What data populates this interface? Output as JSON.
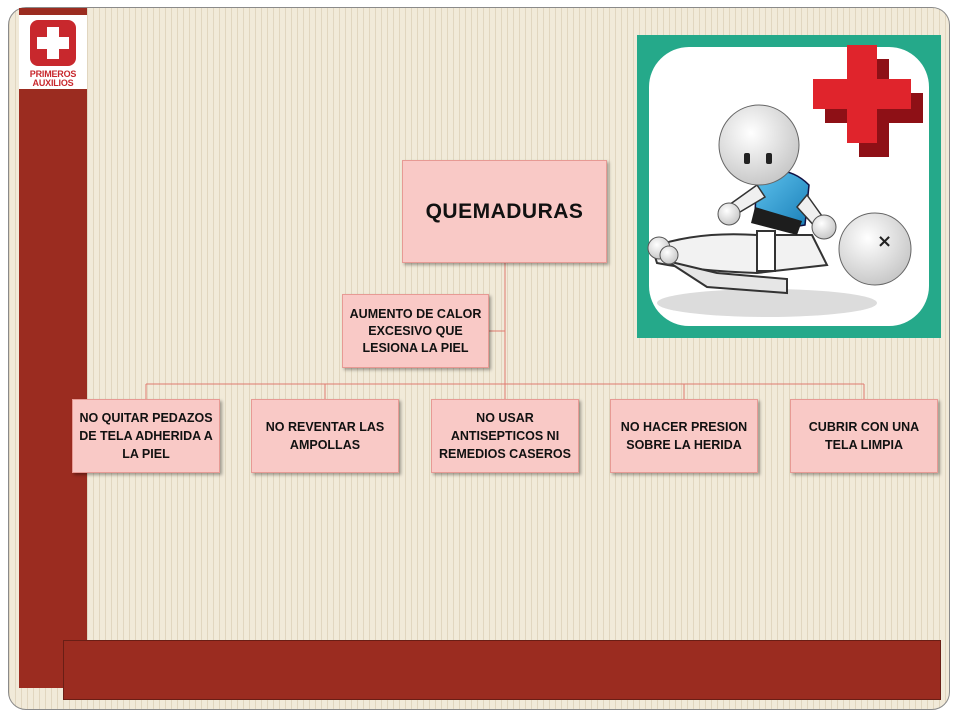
{
  "logo": {
    "line1": "PRIMEROS",
    "line2": "AUXILIOS"
  },
  "diagram": {
    "root": "QUEMADURAS",
    "assistant": "AUMENTO DE CALOR EXCESIVO QUE LESIONA LA PIEL",
    "children": [
      "NO QUITAR PEDAZOS DE TELA ADHERIDA A LA PIEL",
      "NO REVENTAR LAS AMPOLLAS",
      "NO USAR ANTISEPTICOS NI REMEDIOS CASEROS",
      "NO HACER PRESION SOBRE LA HERIDA",
      "CUBRIR CON UNA TELA LIMPIA"
    ]
  },
  "colors": {
    "node_fill": "#f9c9c6",
    "node_border": "#e79a94",
    "connector": "#e07a6e",
    "accent_bar": "#9b2c20",
    "illustration_frame": "#25a98a",
    "cross_red": "#d4202a"
  },
  "illustration": {
    "icon": "first-aid-cpr-illustration"
  }
}
